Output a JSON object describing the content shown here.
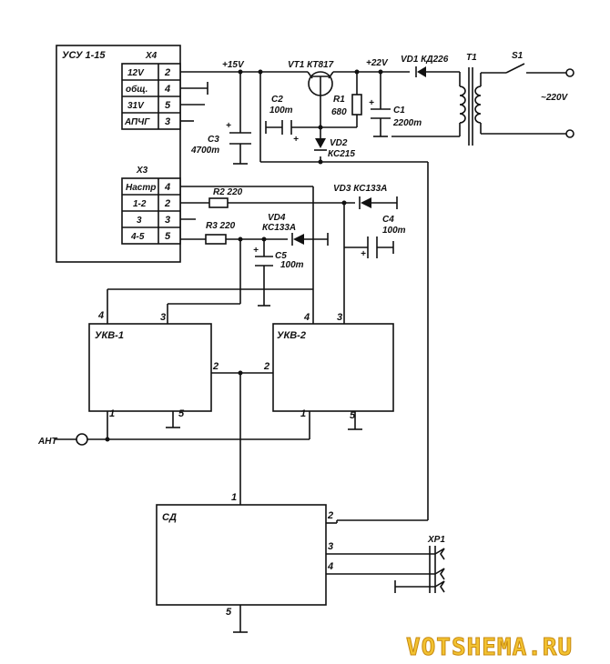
{
  "blocks": {
    "usu": {
      "title": "УСУ 1-15"
    },
    "x4": {
      "name": "X4",
      "rows": [
        {
          "label": "12V",
          "pin": "2"
        },
        {
          "label": "общ.",
          "pin": "4"
        },
        {
          "label": "31V",
          "pin": "5"
        },
        {
          "label": "АПЧГ",
          "pin": "3"
        }
      ]
    },
    "x3": {
      "name": "X3",
      "rows": [
        {
          "label": "Настр",
          "pin": "4"
        },
        {
          "label": "1-2",
          "pin": "2"
        },
        {
          "label": "3",
          "pin": "3"
        },
        {
          "label": "4-5",
          "pin": "5"
        }
      ]
    },
    "ukv1": {
      "title": "УКВ-1",
      "pins": [
        "4",
        "3",
        "2",
        "1",
        "5"
      ]
    },
    "ukv2": {
      "title": "УКВ-2",
      "pins": [
        "4",
        "3",
        "2",
        "1",
        "5"
      ]
    },
    "sd": {
      "title": "СД",
      "pins": [
        "1",
        "2",
        "3",
        "4",
        "5"
      ]
    }
  },
  "components": {
    "vt1": "VT1 КТ817",
    "r1_name": "R1",
    "r1_value": "680",
    "c1_name": "C1",
    "c1_value": "2200m",
    "c2_name": "C2",
    "c2_value": "100m",
    "c3_name": "C3",
    "c3_value": "4700m",
    "vd2_name": "VD2",
    "vd2_value": "КС215",
    "vd1": "VD1 КД226",
    "t1": "T1",
    "s1": "S1",
    "mains": "~220V",
    "r2": "R2  220",
    "r3": "R3  220",
    "vd3": "VD3 КС133А",
    "vd4_name": "VD4",
    "vd4_value": "КС133А",
    "c4_name": "C4",
    "c4_value": "100m",
    "c5_name": "C5",
    "c5_value": "100m",
    "xp1": "XP1",
    "ant": "АНТ"
  },
  "rails": {
    "plus15": "+15V",
    "plus22": "+22V",
    "plus_sign": "+"
  },
  "watermark": "VOTSHEMA.RU"
}
